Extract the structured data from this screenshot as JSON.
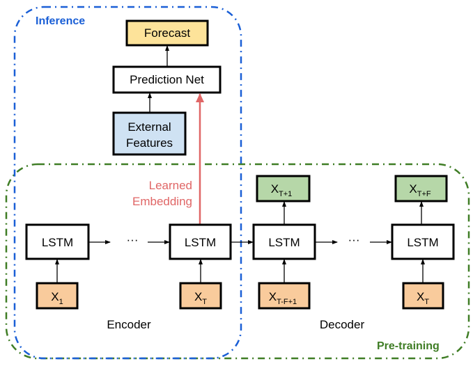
{
  "colors": {
    "inference_border": "#1a5fd6",
    "pretraining_border": "#3f7d25",
    "forecast_fill": "#fde39a",
    "external_fill": "#cfe2f3",
    "input_fill": "#f9cb9c",
    "output_fill": "#b6d7a8",
    "lstm_fill": "#ffffff",
    "embedding_color": "#e06666"
  },
  "regions": {
    "inference": {
      "title": "Inference"
    },
    "pretraining": {
      "title": "Pre-training"
    }
  },
  "nodes": {
    "forecast": {
      "label": "Forecast"
    },
    "prediction_net": {
      "label": "Prediction Net"
    },
    "external_features": {
      "line1": "External",
      "line2": "Features"
    },
    "learned_embedding": {
      "line1": "Learned",
      "line2": "Embedding"
    },
    "encoder": {
      "label": "Encoder",
      "lstm_first": "LSTM",
      "lstm_last": "LSTM",
      "ellipsis": "···",
      "input_first": {
        "base": "X",
        "sub": "1"
      },
      "input_last": {
        "base": "X",
        "sub": "T"
      }
    },
    "decoder": {
      "label": "Decoder",
      "lstm_first": "LSTM",
      "lstm_last": "LSTM",
      "ellipsis": "···",
      "input_first": {
        "base": "X",
        "sub": "T-F+1"
      },
      "input_last": {
        "base": "X",
        "sub": "T"
      },
      "output_first": {
        "base": "X",
        "sub": "T+1"
      },
      "output_last": {
        "base": "X",
        "sub": "T+F"
      }
    }
  }
}
